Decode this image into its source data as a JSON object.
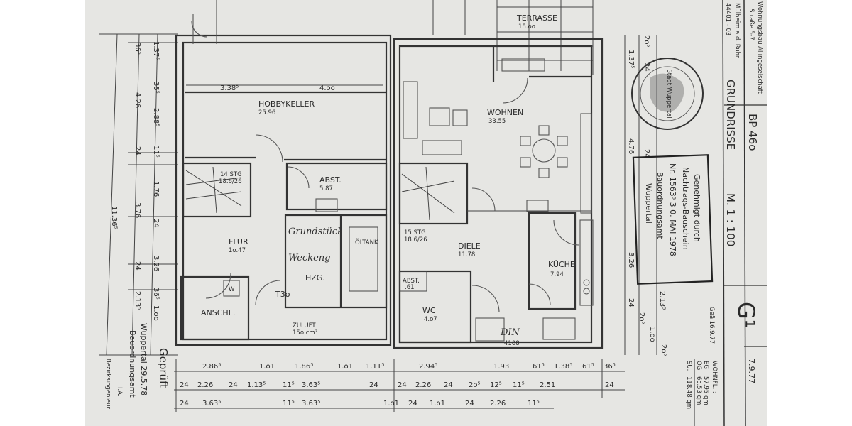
{
  "colors": {
    "paper": "#e6e6e3",
    "ink": "#2a2a2a"
  },
  "rooms": {
    "terrasse": {
      "name": "TERRASSE",
      "area": "18.oo"
    },
    "hobbykeller": {
      "name": "HOBBYKELLER",
      "area": "25.96"
    },
    "abst_keller": {
      "name": "ABST.",
      "area": "5.87"
    },
    "flur": {
      "name": "FLUR",
      "area": "1o.47"
    },
    "hzg": {
      "name": "HZG."
    },
    "oeltank": {
      "name": "ÖLTANK"
    },
    "anschl": {
      "name": "ANSCHL."
    },
    "wohnen": {
      "name": "WOHNEN",
      "area": "33.55"
    },
    "diele": {
      "name": "DIELE",
      "area": "11.78"
    },
    "kueche": {
      "name": "KÜCHE",
      "area": "7.94"
    },
    "wc": {
      "name": "WC",
      "area": "4.o7"
    },
    "abst_eg": {
      "name": "ABST.",
      "area": ".61"
    }
  },
  "annotations": {
    "stairs_keller": [
      "14 STG",
      "18.6/26"
    ],
    "stairs_eg": [
      "15 STG",
      "18.6/26"
    ],
    "zuluft": [
      "ZULUFT",
      "15o cm²"
    ],
    "door_t30": "T3o",
    "washer": "W",
    "din": [
      "DIN",
      "4108"
    ],
    "handwriting": [
      "Grundstück",
      "Weckeng"
    ],
    "hobby_dims": [
      "3.38⁵",
      "4.oo"
    ]
  },
  "dimensions": {
    "row1": [
      "2.86⁵",
      "1.o1",
      "1.86⁵",
      "1.o1",
      "1.11⁵",
      "2.94⁵",
      "1.93",
      "61⁵",
      "1.38⁵",
      "61⁵",
      "36⁵"
    ],
    "row2": [
      "24",
      "2.26",
      "24",
      "1.13⁵",
      "11⁵",
      "3.63⁵",
      "24",
      "24",
      "2.26",
      "24",
      "2o⁵",
      "12⁵",
      "11⁵",
      "2.51",
      "24"
    ],
    "row3": [
      "24",
      "3.63⁵",
      "11⁵",
      "3.63⁵",
      "1.o1",
      "24",
      "1.o1",
      "24",
      "2.26",
      "11⁵"
    ],
    "left_outer": "11.36⁵",
    "left_mid": [
      "36⁵",
      "4.26",
      "24",
      "3.76",
      "24",
      "2.13⁵"
    ],
    "left_inner": [
      "1.37⁵",
      "35⁵",
      "2.88⁵",
      "11⁵",
      "1.76",
      "24",
      "3.26",
      "36⁵",
      "1.oo"
    ],
    "right": [
      "2o⁵",
      "24",
      "1.37⁵",
      "4.76",
      "24",
      "3.26",
      "2.13⁵",
      "24",
      "2o⁵",
      "1.oo",
      "2o⁵"
    ]
  },
  "title_block": {
    "company": [
      "Wohnungsbau Allingeselschaft",
      "Straße 5-7",
      "Mülheim a.d. Ruhr",
      "44401 - 03"
    ],
    "project": "BP 46o",
    "drawing": "GRUNDRISSE",
    "scale": "M. 1 : 100",
    "sheet": "G¹",
    "date": "7.9.77",
    "revision": "Geä 16.9.77",
    "living_area": {
      "label": "WOHNFL. :",
      "rows": [
        [
          "EG",
          "57.95 qm"
        ],
        [
          "OG",
          "6o.53 qm"
        ],
        [
          "SU.",
          "118.48 qm"
        ]
      ]
    }
  },
  "stamps": {
    "approval": [
      "Genehmigt durch",
      "Nachtrags-Bauschein",
      "Nr. 1563⁵   3 0. MAI 1978",
      "Bauordnungsamt",
      "Wuppertal"
    ],
    "seal": "Stadt Wuppertal",
    "checked": [
      "Geprüft",
      "Wuppertal 29.5.78",
      "Bauordnungsamt",
      "I.A.",
      "Bezirksingenieur"
    ]
  }
}
